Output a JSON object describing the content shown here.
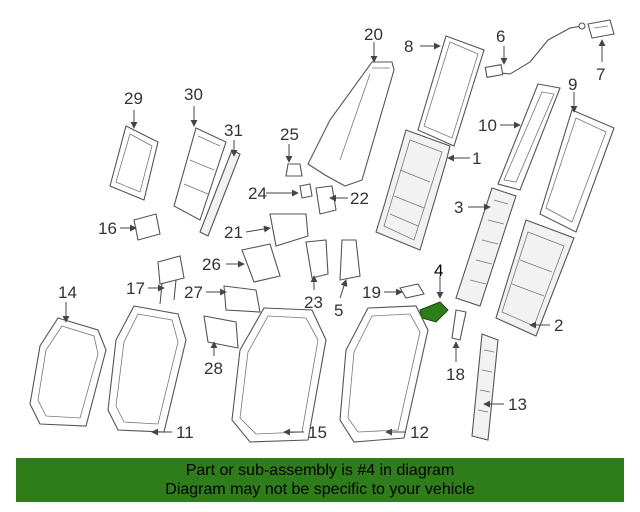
{
  "highlight": {
    "part_number": "4",
    "color": "#2e7d1a"
  },
  "callouts": [
    "1",
    "2",
    "3",
    "4",
    "5",
    "6",
    "7",
    "8",
    "9",
    "10",
    "11",
    "12",
    "13",
    "14",
    "15",
    "16",
    "17",
    "18",
    "19",
    "20",
    "21",
    "22",
    "23",
    "24",
    "25",
    "26",
    "27",
    "28",
    "29",
    "30",
    "31"
  ],
  "banner": {
    "line1": "Part or sub-assembly is #4 in diagram",
    "line2": "Diagram may not be specific to your vehicle"
  }
}
